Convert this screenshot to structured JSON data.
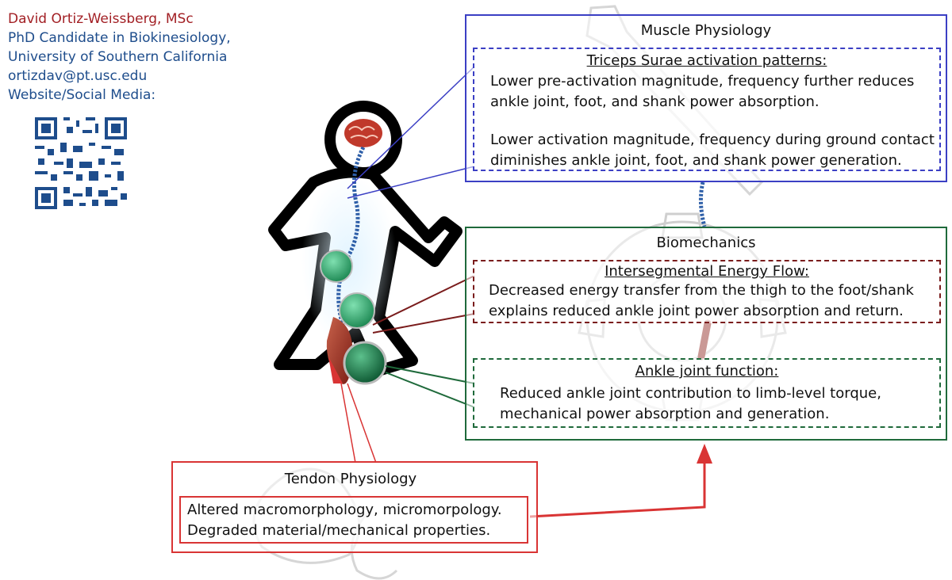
{
  "author": {
    "name": "David Ortiz-Weissberg, MSc",
    "role": "PhD Candidate in Biokinesiology,",
    "institution": "University of Southern California",
    "email": "ortizdav@pt.usc.edu",
    "social_label": "Website/Social Media:"
  },
  "muscle": {
    "title": "Muscle Physiology",
    "subtitle": "Triceps Surae activation patterns:",
    "para1_line1": "Lower pre-activation magnitude, frequency further reduces",
    "para1_line2": "ankle joint, foot, and shank power absorption.",
    "para2_line1": "Lower activation magnitude, frequency during ground contact",
    "para2_line2": "diminishes ankle joint, foot, and shank power generation."
  },
  "biomechanics": {
    "title": "Biomechanics",
    "energy_title": "Intersegmental Energy Flow:",
    "energy_line1": "Decreased energy transfer from the thigh to the foot/shank",
    "energy_line2": "explains reduced ankle joint power absorption and return.",
    "ankle_title": "Ankle joint function:",
    "ankle_line1": "Reduced ankle joint contribution to limb-level torque,",
    "ankle_line2": "mechanical power absorption and generation."
  },
  "tendon": {
    "title": "Tendon Physiology",
    "line1": "Altered macromorphology, micromorpology.",
    "line2": "Degraded material/mechanical properties."
  },
  "colors": {
    "author_name": "#a21f24",
    "author_info": "#1e4d8c",
    "muscle": "#3b3fc4",
    "biomechanics": "#1f6a3b",
    "energy": "#7a1c1c",
    "tendon": "#d93434"
  }
}
